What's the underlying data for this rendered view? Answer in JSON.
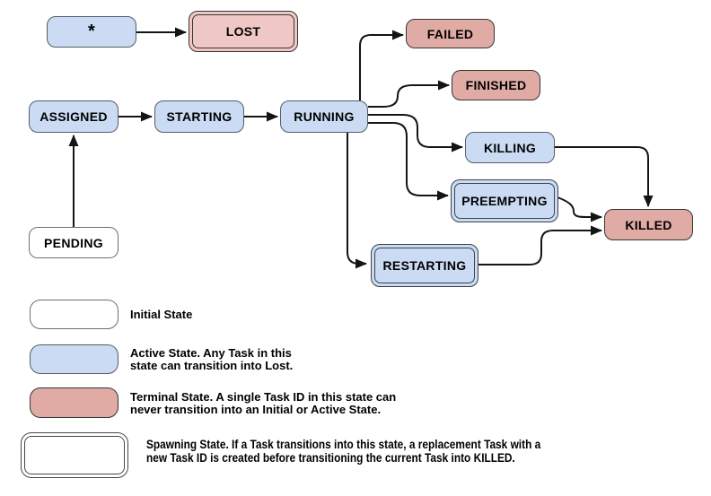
{
  "nodes": {
    "any": {
      "label": "*",
      "type": "active"
    },
    "lost": {
      "label": "LOST",
      "type": "terminal",
      "double_border": true
    },
    "assigned": {
      "label": "ASSIGNED",
      "type": "active"
    },
    "starting": {
      "label": "STARTING",
      "type": "active"
    },
    "running": {
      "label": "RUNNING",
      "type": "active"
    },
    "pending": {
      "label": "PENDING",
      "type": "initial"
    },
    "failed": {
      "label": "FAILED",
      "type": "terminal"
    },
    "finished": {
      "label": "FINISHED",
      "type": "terminal"
    },
    "killing": {
      "label": "KILLING",
      "type": "active"
    },
    "preempting": {
      "label": "PREEMPTING",
      "type": "active",
      "double_border": true
    },
    "restarting": {
      "label": "RESTARTING",
      "type": "active",
      "double_border": true
    },
    "killed": {
      "label": "KILLED",
      "type": "terminal"
    }
  },
  "edges": [
    {
      "from": "*",
      "to": "LOST"
    },
    {
      "from": "PENDING",
      "to": "ASSIGNED"
    },
    {
      "from": "ASSIGNED",
      "to": "STARTING"
    },
    {
      "from": "STARTING",
      "to": "RUNNING"
    },
    {
      "from": "RUNNING",
      "to": "FAILED"
    },
    {
      "from": "RUNNING",
      "to": "FINISHED"
    },
    {
      "from": "RUNNING",
      "to": "KILLING"
    },
    {
      "from": "RUNNING",
      "to": "PREEMPTING"
    },
    {
      "from": "RUNNING",
      "to": "RESTARTING"
    },
    {
      "from": "KILLING",
      "to": "KILLED"
    },
    {
      "from": "PREEMPTING",
      "to": "KILLED"
    },
    {
      "from": "RESTARTING",
      "to": "KILLED"
    }
  ],
  "legend": {
    "initial": {
      "text": "Initial State"
    },
    "active": {
      "line1": "Active State. Any Task in this",
      "line2": "state can transition into Lost."
    },
    "terminal": {
      "line1": "Terminal State. A single Task ID in this state can",
      "line2": "never transition into an Initial or Active State."
    },
    "spawning": {
      "line1": "Spawning State. If a Task transitions into this state, a replacement Task with a",
      "line2": "new Task ID is created before transitioning the current Task into KILLED."
    }
  },
  "colors": {
    "active_fill": "#cadbf3",
    "terminal_fill": "#e0aba4",
    "lost_fill": "#efc8c5",
    "initial_fill": "#ffffff",
    "edge_stroke": "#141414"
  }
}
